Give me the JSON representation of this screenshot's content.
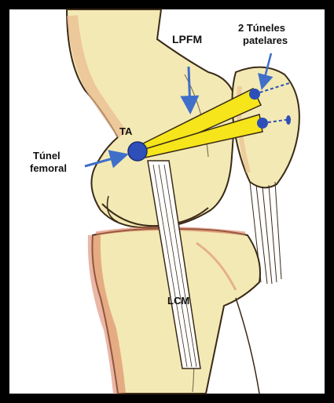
{
  "labels": {
    "ta": "TA",
    "lpfm": "LPFM",
    "tunnels_line1": "2 Túneles",
    "tunnels_line2": "patelares",
    "femoral_line1": "Túnel",
    "femoral_line2": "femoral",
    "lcm": "LCM"
  },
  "colors": {
    "background": "#ffffff",
    "frame": "#000000",
    "bone": "#f3e9b4",
    "bone_shade": "#e9b98f",
    "cartilage_edge": "#d97a5c",
    "ligament": "#f5e51a",
    "tunnel_blue": "#2e4fb8",
    "arrow_blue": "#3f6fc9"
  }
}
